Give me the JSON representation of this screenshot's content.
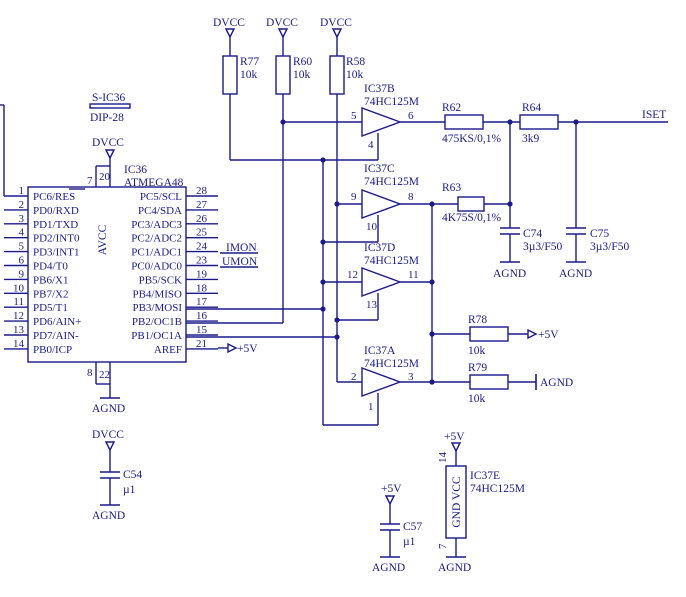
{
  "power": {
    "dvcc": "DVCC",
    "agnd": "AGND",
    "p5v": "+5V"
  },
  "socket": {
    "ref": "S-IC36",
    "value": "DIP-28"
  },
  "mcu": {
    "ref": "IC36",
    "value": "ATMEGA48",
    "avcc": "AVCC",
    "vcc_pin": "7",
    "avcc_pin": "20",
    "gnd_pin": "8",
    "agnd_pin": "22",
    "left_pins": [
      {
        "num": "1",
        "name": "PC6/RES"
      },
      {
        "num": "2",
        "name": "PD0/RXD"
      },
      {
        "num": "3",
        "name": "PD1/TXD"
      },
      {
        "num": "4",
        "name": "PD2/INT0"
      },
      {
        "num": "5",
        "name": "PD3/INT1"
      },
      {
        "num": "6",
        "name": "PD4/T0"
      },
      {
        "num": "9",
        "name": "PB6/X1"
      },
      {
        "num": "10",
        "name": "PB7/X2"
      },
      {
        "num": "11",
        "name": "PD5/T1"
      },
      {
        "num": "12",
        "name": "PD6/AIN+"
      },
      {
        "num": "13",
        "name": "PD7/AIN-"
      },
      {
        "num": "14",
        "name": "PB0/ICP"
      }
    ],
    "right_pins": [
      {
        "num": "28",
        "name": "PC5/SCL"
      },
      {
        "num": "27",
        "name": "PC4/SDA"
      },
      {
        "num": "26",
        "name": "PC3/ADC3"
      },
      {
        "num": "25",
        "name": "PC2/ADC2"
      },
      {
        "num": "24",
        "name": "PC1/ADC1"
      },
      {
        "num": "23",
        "name": "PC0/ADC0"
      },
      {
        "num": "19",
        "name": "PB5/SCK"
      },
      {
        "num": "18",
        "name": "PB4/MISO"
      },
      {
        "num": "17",
        "name": "PB3/MOSI"
      },
      {
        "num": "16",
        "name": "PB2/OC1B"
      },
      {
        "num": "15",
        "name": "PB1/OC1A"
      },
      {
        "num": "21",
        "name": "AREF"
      }
    ]
  },
  "nets": {
    "imon": "IMON",
    "umon": "UMON",
    "iset": "ISET"
  },
  "resistors": {
    "r77": {
      "ref": "R77",
      "value": "10k"
    },
    "r60": {
      "ref": "R60",
      "value": "10k"
    },
    "r58": {
      "ref": "R58",
      "value": "10k"
    },
    "r62": {
      "ref": "R62",
      "value": "475KS/0,1%"
    },
    "r64": {
      "ref": "R64",
      "value": "3k9"
    },
    "r63": {
      "ref": "R63",
      "value": "4K75S/0,1%"
    },
    "r78": {
      "ref": "R78",
      "value": "10k"
    },
    "r79": {
      "ref": "R79",
      "value": "10k"
    }
  },
  "capacitors": {
    "c74": {
      "ref": "C74",
      "value": "3µ3/F50"
    },
    "c75": {
      "ref": "C75",
      "value": "3µ3/F50"
    },
    "c54": {
      "ref": "C54",
      "value": "µ1"
    },
    "c57": {
      "ref": "C57",
      "value": "µ1"
    }
  },
  "buffers": {
    "b": {
      "ref": "IC37B",
      "value": "74HC125M",
      "in": "5",
      "out": "6",
      "oe": "4"
    },
    "c": {
      "ref": "IC37C",
      "value": "74HC125M",
      "in": "9",
      "out": "8",
      "oe": "10"
    },
    "d": {
      "ref": "IC37D",
      "value": "74HC125M",
      "in": "12",
      "out": "11",
      "oe": "13"
    },
    "a": {
      "ref": "IC37A",
      "value": "74HC125M",
      "in": "2",
      "out": "3",
      "oe": "1"
    }
  },
  "power_unit": {
    "ref": "IC37E",
    "value": "74HC125M",
    "body": "GND VCC",
    "vcc_pin": "14",
    "gnd_pin": "7"
  }
}
